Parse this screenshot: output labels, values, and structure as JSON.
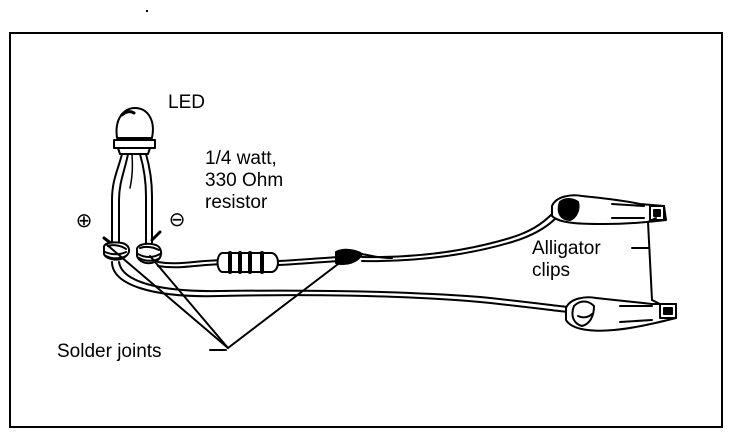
{
  "labels": {
    "led": "LED",
    "resistor": [
      "1/4 watt,",
      "330 Ohm",
      "resistor"
    ],
    "alligator": [
      "Alligator",
      "clips"
    ],
    "solder": "Solder joints",
    "plus": "⊕",
    "minus": "⊖"
  },
  "colors": {
    "ink": "#000000",
    "background": "#ffffff"
  }
}
